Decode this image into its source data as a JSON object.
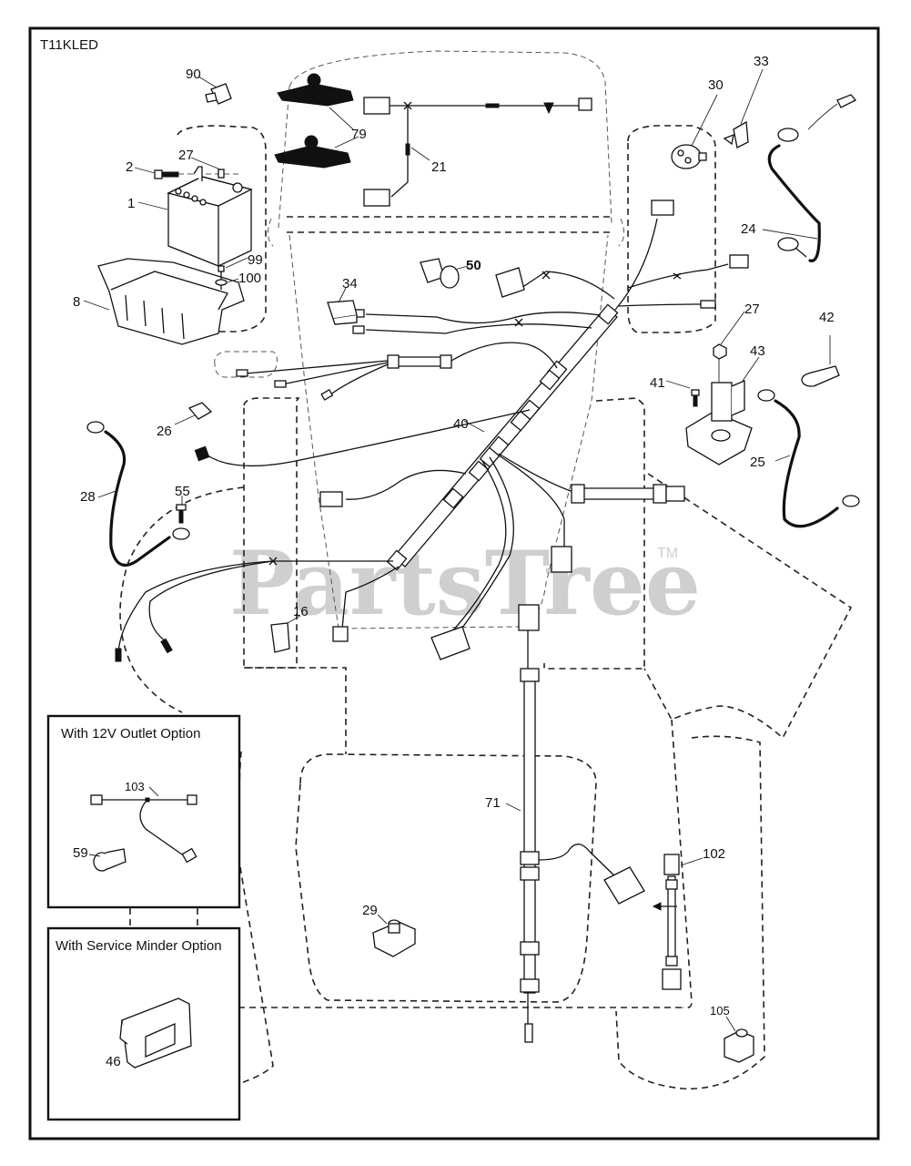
{
  "diagram": {
    "model_code": "T11KLED",
    "watermark": "PartsTree",
    "watermark_tm": "TM",
    "callouts": {
      "p1": "1",
      "p2": "2",
      "p8": "8",
      "p16": "16",
      "p21": "21",
      "p24": "24",
      "p25": "25",
      "p26": "26",
      "p27a": "27",
      "p27b": "27",
      "p28": "28",
      "p29": "29",
      "p30": "30",
      "p33": "33",
      "p34": "34",
      "p40": "40",
      "p41": "41",
      "p42": "42",
      "p43": "43",
      "p46": "46",
      "p50": "50",
      "p55": "55",
      "p59": "59",
      "p71": "71",
      "p79": "79",
      "p90": "90",
      "p99": "99",
      "p100": "100",
      "p102": "102",
      "p103": "103",
      "p105": "105"
    },
    "option_boxes": {
      "outlet_title": "With 12V Outlet Option",
      "service_minder_title": "With Service Minder Option"
    }
  }
}
